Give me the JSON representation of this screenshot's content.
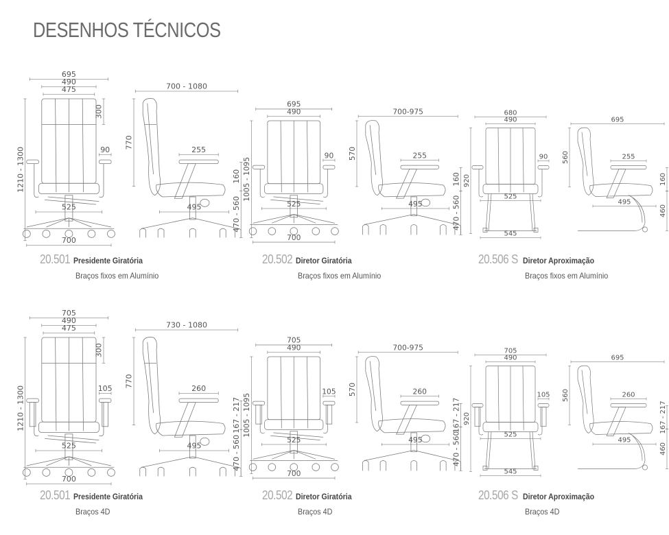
{
  "page_title": "DESENHOS TÉCNICOS",
  "products": [
    {
      "code": "20.501",
      "name": "Presidente Giratória",
      "subtitle": "Braços fixos em Alumínio",
      "type": "high",
      "dims": {
        "overall_width": "695",
        "back_width": "490",
        "head_width": "475",
        "head_height": "300",
        "arm_width": "90",
        "total_height": "1210 - 1300",
        "seat_base": "525",
        "base": "700",
        "depth": "700 - 1080",
        "back_height": "770",
        "arm_length": "255",
        "arm_height": "160",
        "seat_height": "470 - 560",
        "seat_depth": "495"
      }
    },
    {
      "code": "20.502",
      "name": "Diretor Giratória",
      "subtitle": "Braços fixos em Alumínio",
      "type": "mid",
      "dims": {
        "overall_width": "695",
        "back_width": "490",
        "arm_width": "90",
        "total_height": "1005 - 1095",
        "seat_base": "525",
        "base": "700",
        "depth": "700-975",
        "back_height": "570",
        "arm_length": "255",
        "arm_height": "160",
        "seat_height": "470 - 560",
        "seat_depth": "495"
      }
    },
    {
      "code": "20.506 S",
      "name": "Diretor Aproximação",
      "subtitle": "Braços fixos em Alumínio",
      "type": "visitor",
      "dims": {
        "overall_width": "680",
        "back_width": "490",
        "arm_width": "90",
        "total_height": "920",
        "seat_base": "525",
        "base": "545",
        "depth": "695",
        "back_height": "560",
        "arm_length": "255",
        "arm_height": "160",
        "seat_height": "460",
        "seat_depth": "495"
      }
    },
    {
      "code": "20.501",
      "name": "Presidente Giratória",
      "subtitle": "Braços 4D",
      "type": "high",
      "dims": {
        "overall_width": "705",
        "back_width": "490",
        "head_width": "475",
        "head_height": "300",
        "arm_width": "105",
        "total_height": "1210 - 1300",
        "seat_base": "525",
        "base": "700",
        "depth": "730 - 1080",
        "back_height": "770",
        "arm_length": "260",
        "arm_height": "167 - 217",
        "seat_height": "470 - 560",
        "seat_depth": "495"
      }
    },
    {
      "code": "20.502",
      "name": "Diretor Giratória",
      "subtitle": "Braços 4D",
      "type": "mid",
      "dims": {
        "overall_width": "705",
        "back_width": "490",
        "arm_width": "105",
        "total_height": "1005 - 1095",
        "seat_base": "525",
        "base": "700",
        "depth": "700-975",
        "back_height": "570",
        "arm_length": "260",
        "arm_height": "167 - 217",
        "seat_height": "470 - 560",
        "seat_depth": "495"
      }
    },
    {
      "code": "20.506 S",
      "name": "Diretor Aproximação",
      "subtitle": "Braços 4D",
      "type": "visitor",
      "dims": {
        "overall_width": "705",
        "back_width": "490",
        "arm_width": "105",
        "total_height": "920",
        "seat_base": "525",
        "base": "545",
        "depth": "695",
        "back_height": "560",
        "arm_length": "260",
        "arm_height": "167 - 217",
        "seat_height": "460",
        "seat_depth": "495"
      }
    }
  ]
}
